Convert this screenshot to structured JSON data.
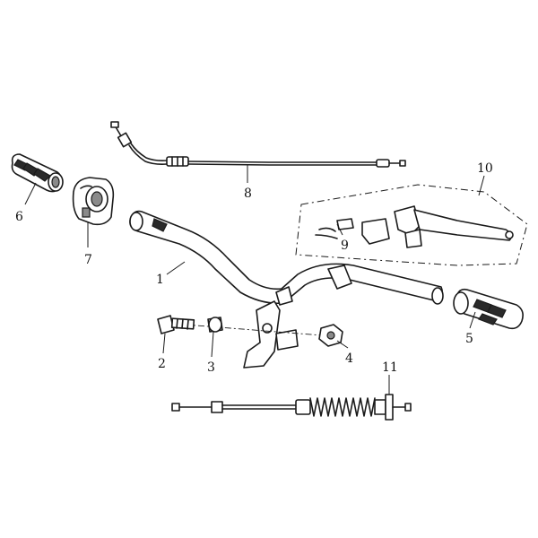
{
  "callouts": [
    {
      "id": "1",
      "part": "handlebar"
    },
    {
      "id": "2",
      "part": "bolt"
    },
    {
      "id": "3",
      "part": "collar"
    },
    {
      "id": "4",
      "part": "nut"
    },
    {
      "id": "5",
      "part": "right-grip"
    },
    {
      "id": "6",
      "part": "left-grip"
    },
    {
      "id": "7",
      "part": "throttle-housing"
    },
    {
      "id": "8",
      "part": "throttle-cable"
    },
    {
      "id": "9",
      "part": "brake-switch"
    },
    {
      "id": "10",
      "part": "brake-lever-assembly"
    },
    {
      "id": "11",
      "part": "brake-cable"
    }
  ]
}
